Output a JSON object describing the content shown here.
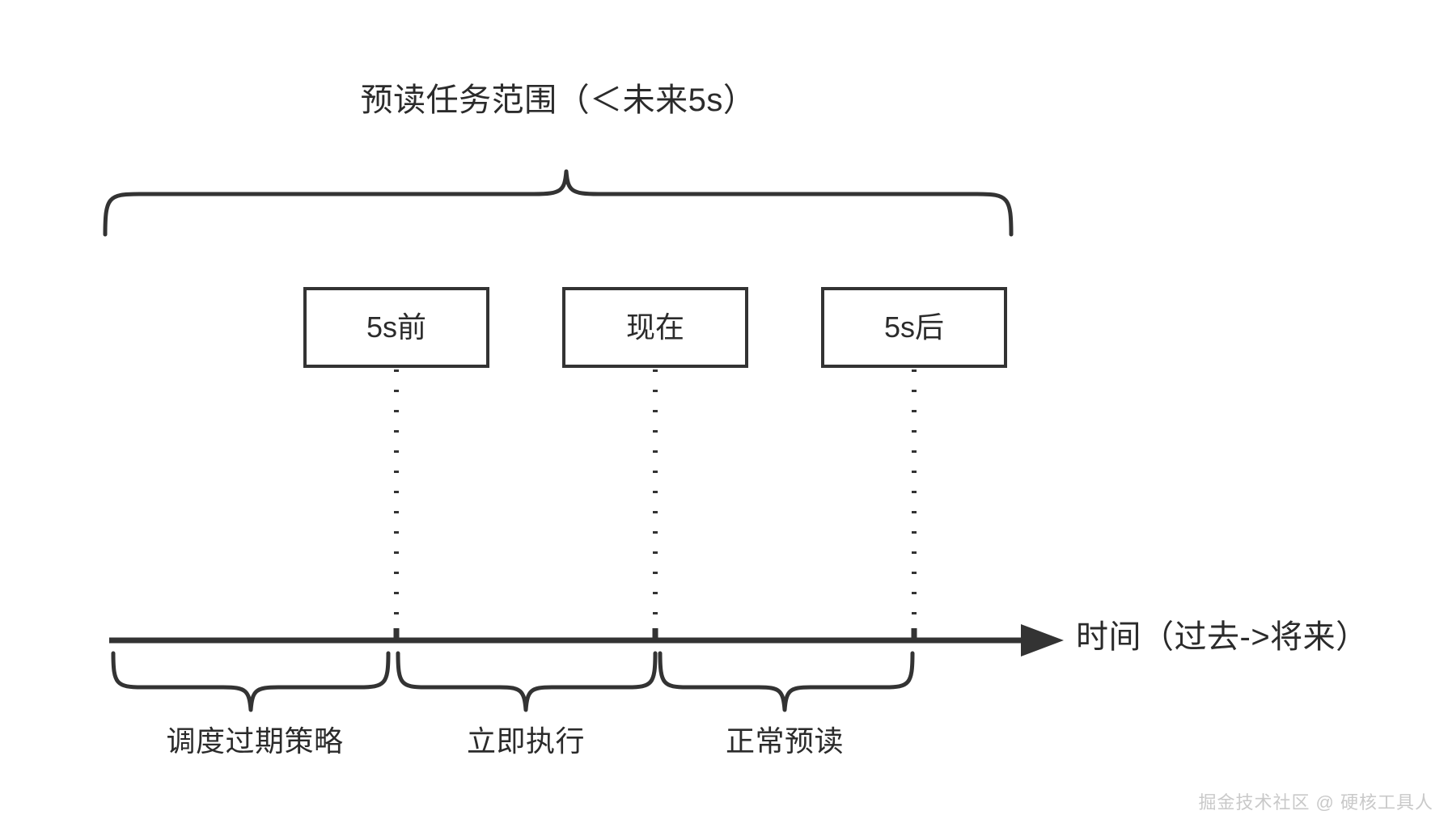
{
  "diagram": {
    "title": "预读任务范围（＜未来5s）",
    "axis_label": "时间（过去->将来）",
    "watermark": "掘金技术社区 @ 硬核工具人",
    "boxes": [
      {
        "id": "before",
        "label": "5s前"
      },
      {
        "id": "now",
        "label": "现在"
      },
      {
        "id": "after",
        "label": "5s后"
      }
    ],
    "segments": [
      {
        "id": "expire",
        "label": "调度过期策略"
      },
      {
        "id": "run-now",
        "label": "立即执行"
      },
      {
        "id": "normal",
        "label": "正常预读"
      }
    ],
    "colors": {
      "stroke": "#333333",
      "text": "#2b2b2b",
      "background": "#ffffff",
      "watermark": "#c9c9c9"
    }
  }
}
